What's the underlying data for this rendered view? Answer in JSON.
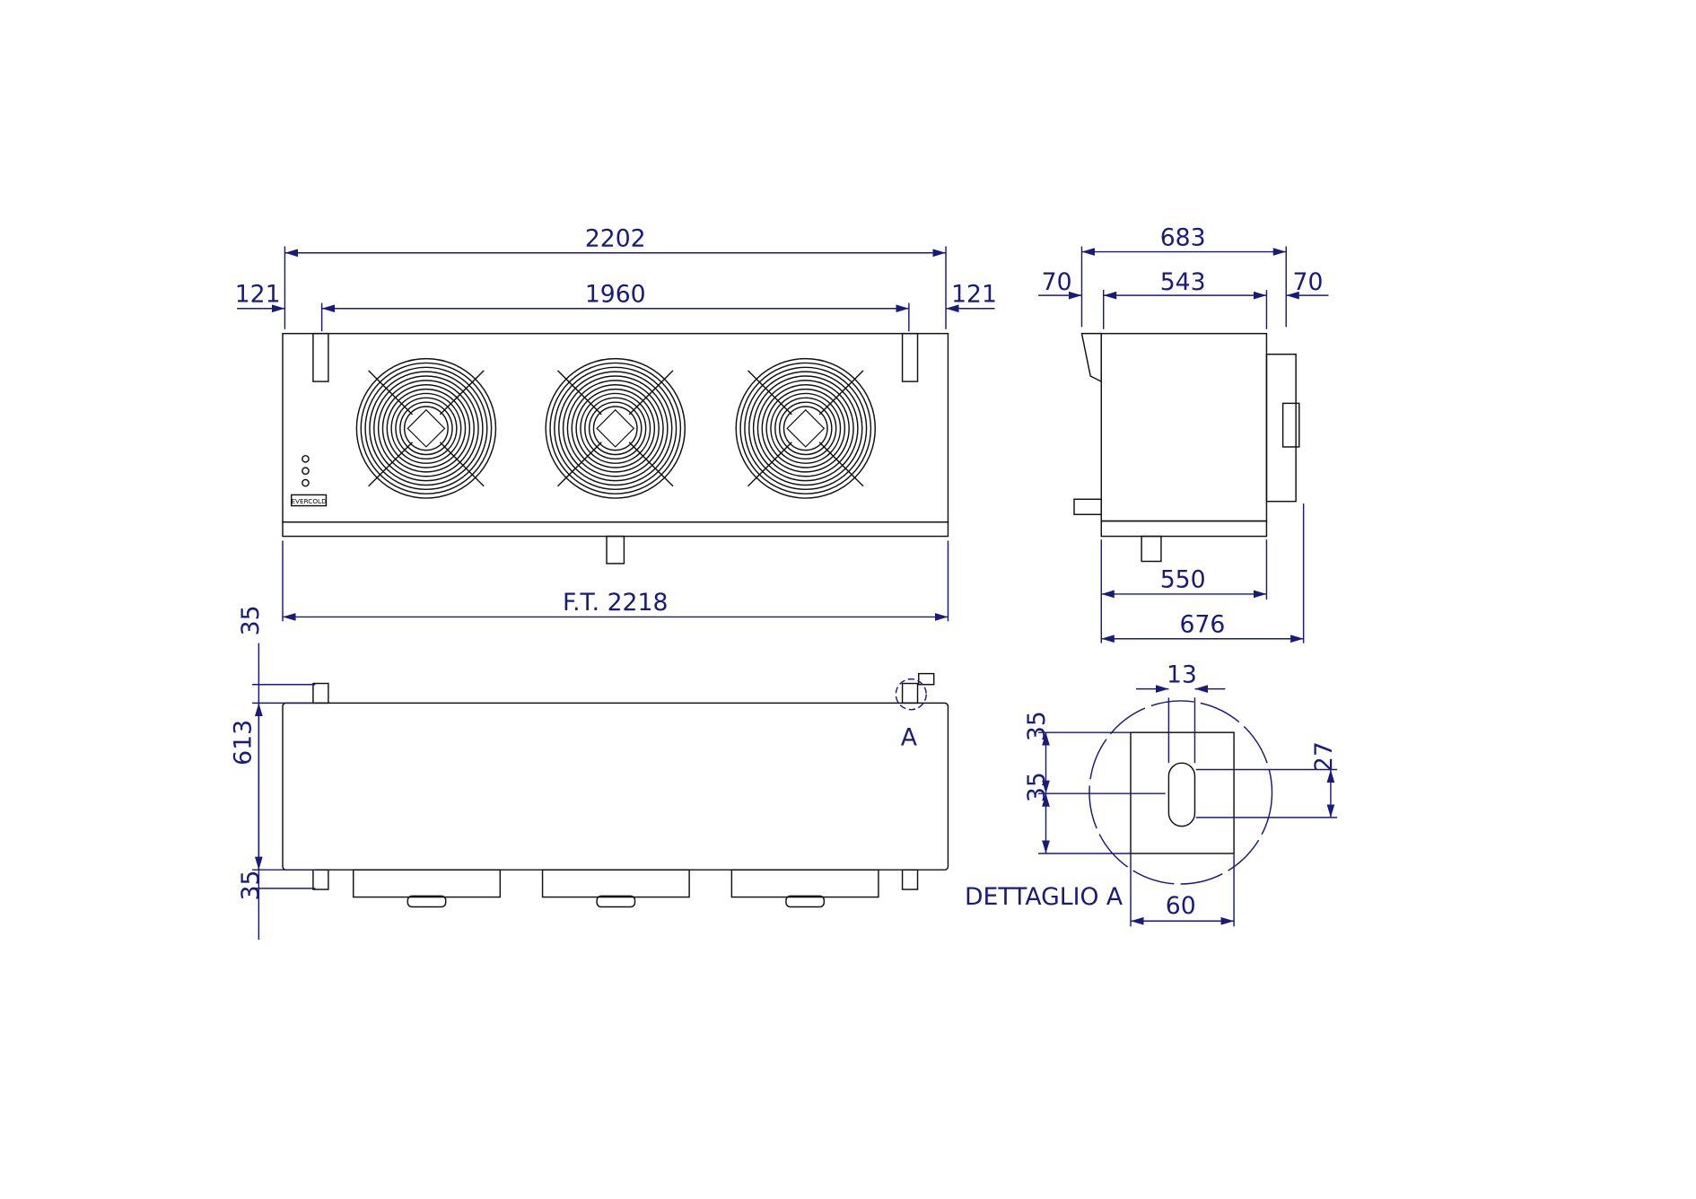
{
  "front_view": {
    "overall_width": "2202",
    "fan_pitch_width": "1960",
    "left_offset": "121",
    "right_offset": "121",
    "total_length": "F.T. 2218",
    "logo_text": "EVERCOLD"
  },
  "side_view": {
    "overall_depth": "683",
    "inner_depth": "543",
    "left_offset": "70",
    "right_offset": "70",
    "base_depth": "550",
    "total_depth": "676"
  },
  "bottom_view": {
    "top_offset": "35",
    "body_depth": "613",
    "bottom_offset": "35",
    "detail_marker": "A"
  },
  "detail_a": {
    "title": "DETTAGLIO A",
    "slot_width": "13",
    "upper_offset": "35",
    "lower_offset": "35",
    "slot_length": "27",
    "plate_width": "60"
  },
  "colors": {
    "dimension": "#1a1a7a",
    "outline": "#111111"
  }
}
